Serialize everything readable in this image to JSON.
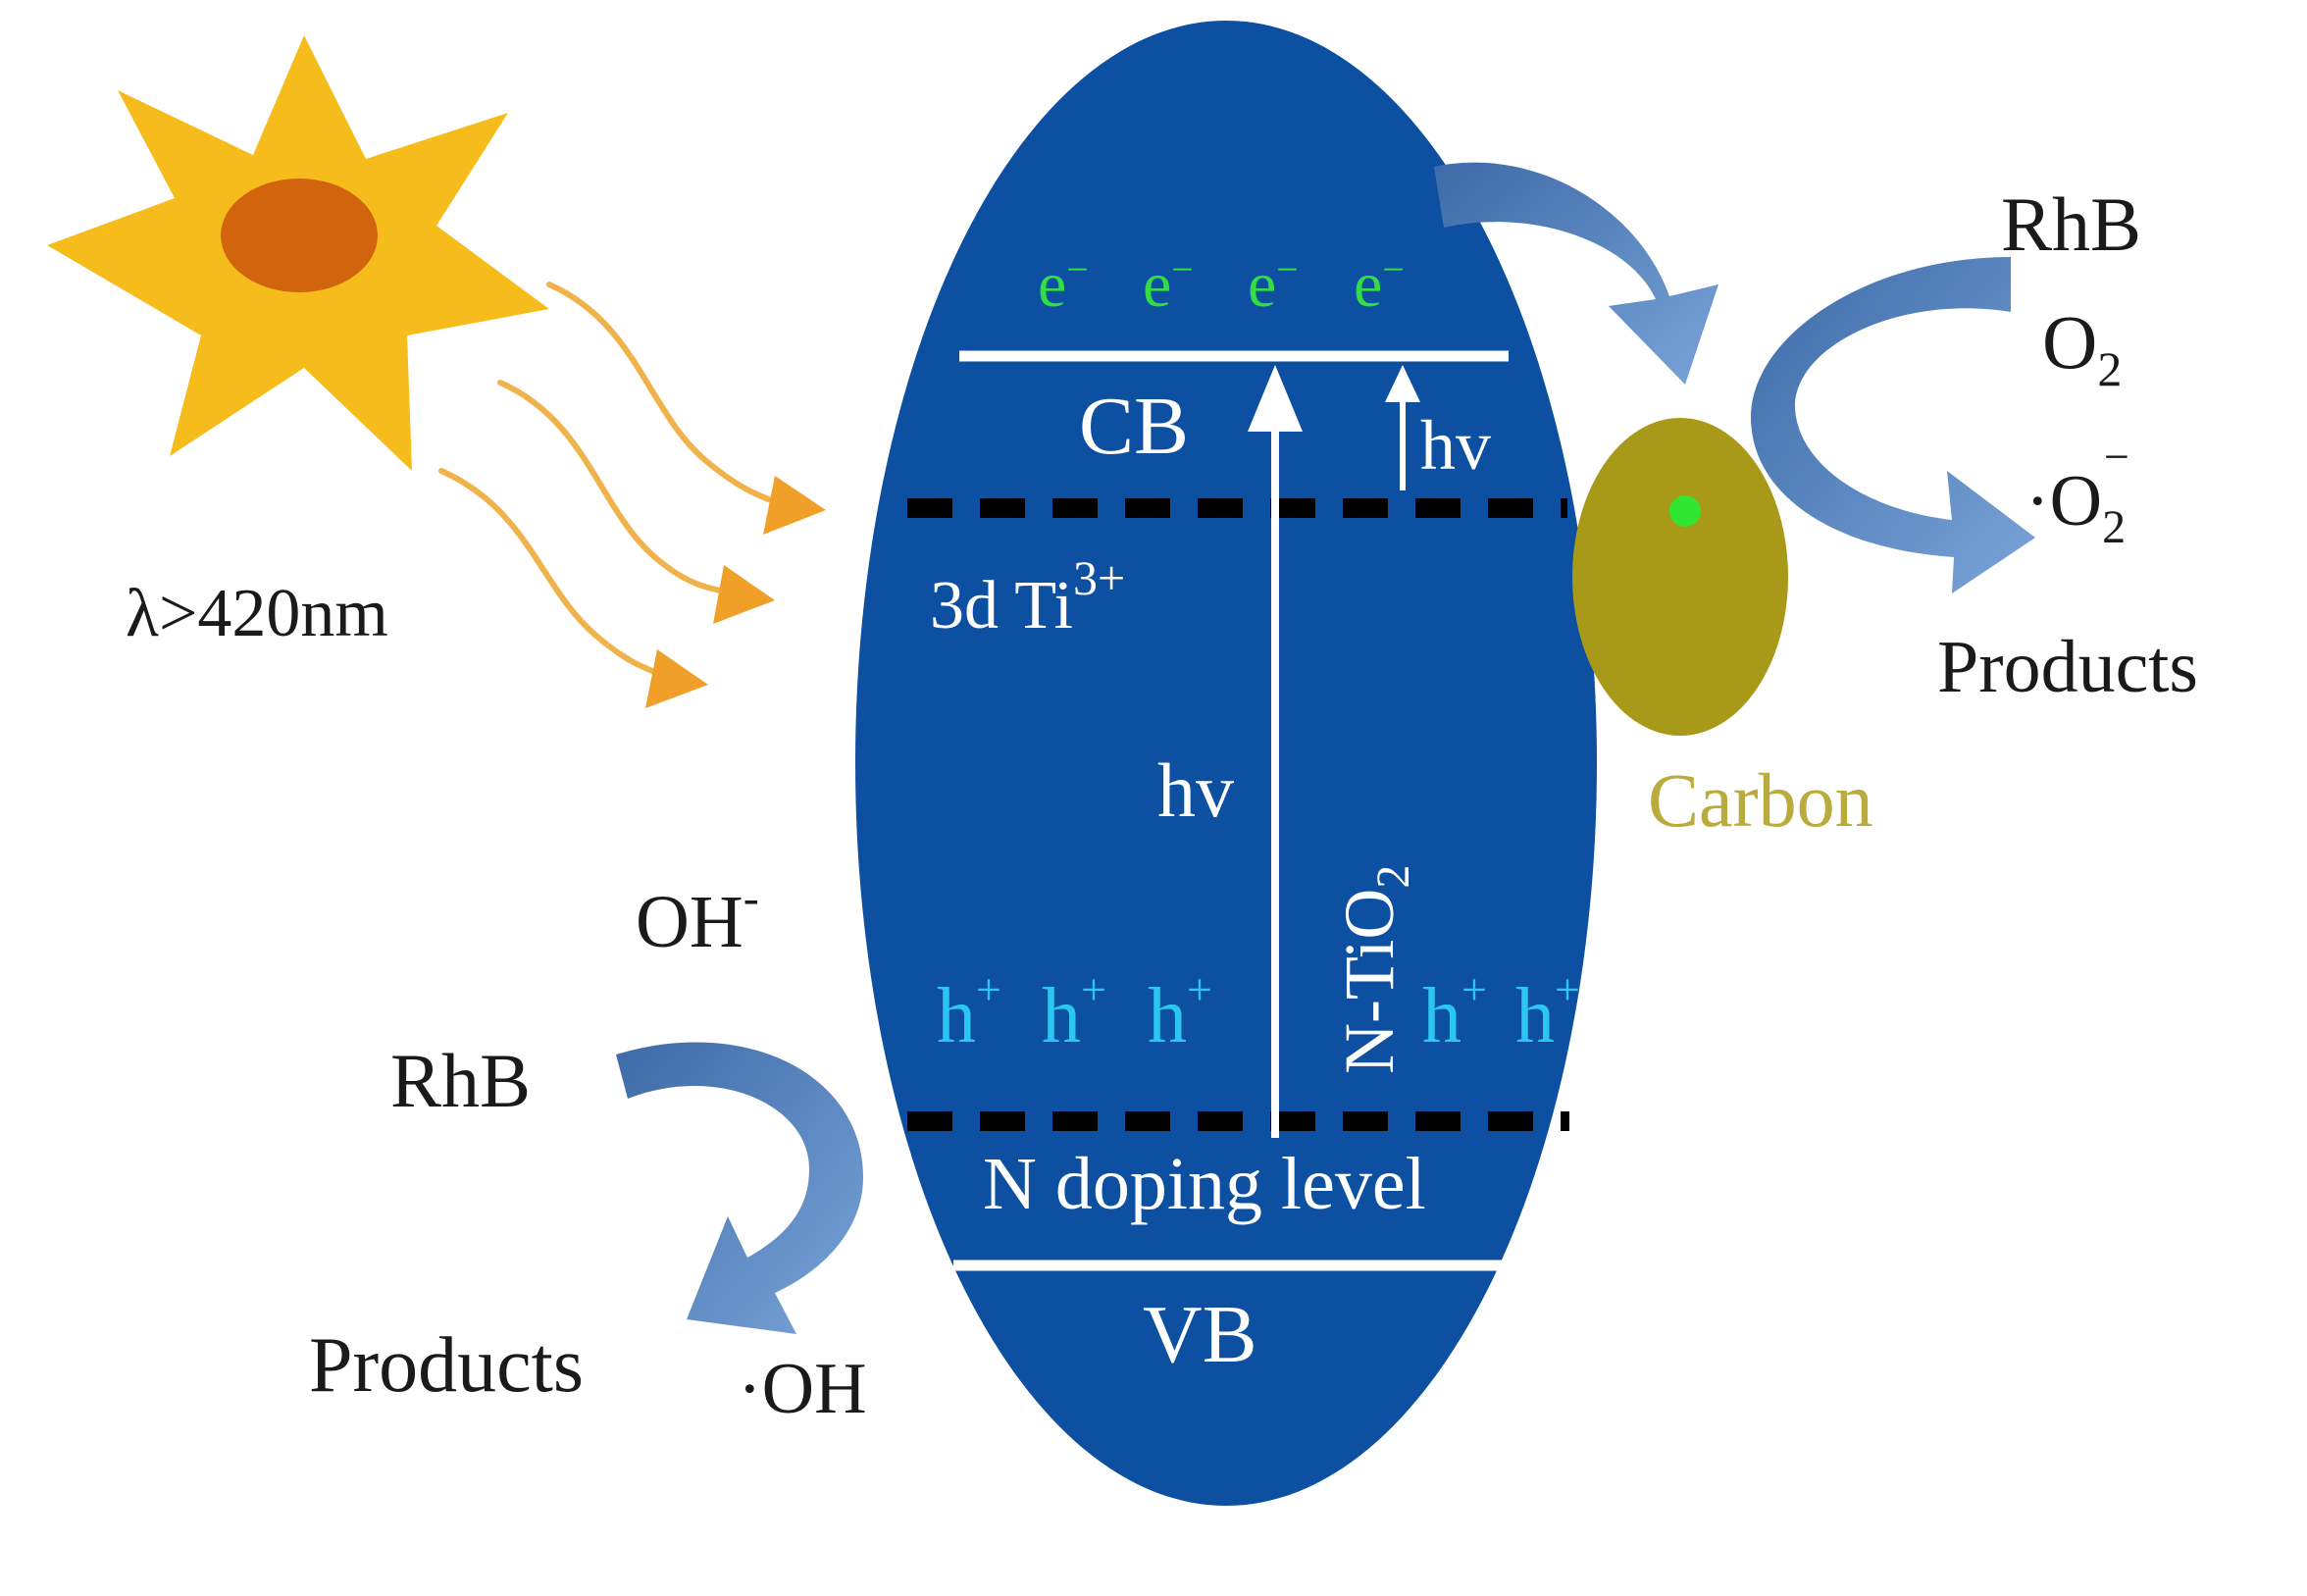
{
  "labels": {
    "wavelength": "λ>420nm",
    "cb": "CB",
    "vb": "VB",
    "ti3": "3d Ti",
    "ti3_sup": "3+",
    "hv_main": "hv",
    "hv_small": "hv",
    "ntio2_main": "N-TiO",
    "ntio2_sub": "2",
    "n_doping": "N doping level",
    "electron": "e",
    "electron_sup": "−",
    "hole": "h",
    "hole_sup": "+",
    "carbon": "Carbon",
    "rhb_right": "RhB",
    "o2_main": "O",
    "o2_sub": "2",
    "superoxide_dot": "·O",
    "superoxide_sub": "2",
    "superoxide_sup": "−",
    "products_right": "Products",
    "oh_minus_main": "OH",
    "oh_minus_sup": "-",
    "rhb_left": "RhB",
    "products_left": "Products",
    "oh_radical": "·OH"
  },
  "colors": {
    "ellipse": "#0d4fa0",
    "band_line": "#ffffff",
    "dashed_level": "#000000",
    "electron_text": "#33dd44",
    "hole_text": "#2bc6f2",
    "carbon_fill": "#a89a18",
    "carbon_text": "#b9ab3c",
    "carbon_dot": "#22ee33",
    "sun_ray": "#f6bc1c",
    "sun_core": "#d2640d",
    "light_wave": "#f0b24a",
    "wave_head": "#f0a029",
    "flow_arrow": "#4f7fbd",
    "text_dark": "#1a1a1a"
  }
}
